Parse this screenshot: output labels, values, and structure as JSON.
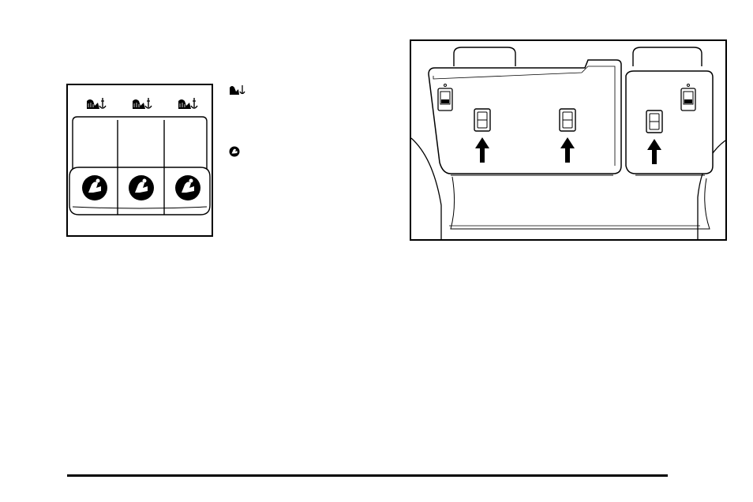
{
  "page": {
    "background": "#ffffff",
    "line_color": "#000000"
  },
  "figure_left": {
    "seats": [
      "left",
      "center",
      "right"
    ],
    "top_symbol": "child-seat-tether-anchor-icon",
    "cushion_symbol": "child-seat-lower-anchor-icon"
  },
  "legend": {
    "items": [
      {
        "icon": "child-seat-tether-anchor-icon",
        "text": ""
      },
      {
        "icon": "child-seat-lower-anchor-icon",
        "text": ""
      }
    ]
  },
  "figure_right": {
    "anchors": [
      "left-anchor",
      "center-anchor",
      "right-anchor"
    ],
    "arrow_direction": "up"
  }
}
